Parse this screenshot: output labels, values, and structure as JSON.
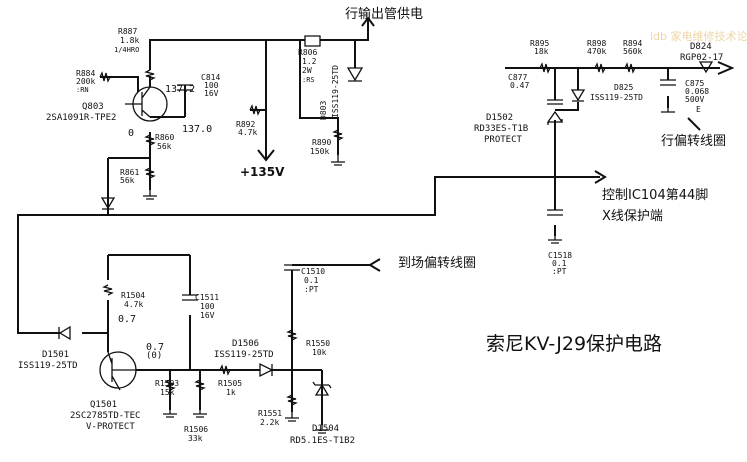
{
  "title": "索尼KV-J29保护电路",
  "annotations": {
    "line_output_supply": "行输出管供电",
    "horizontal_deflection_coil": "行偏转线圈",
    "control_ic104_pin44": "控制IC104第44脚",
    "x_protect_terminal": "X线保护端",
    "to_vertical_deflection_coil": "到场偏转线圈",
    "voltage_135": "+135V"
  },
  "watermark": "idb 家电维修技术论坛",
  "components": {
    "R887": {
      "ref": "R887",
      "val": "1.8k",
      "val2": "1/4HRO"
    },
    "R884": {
      "ref": "R884",
      "val": "200k",
      "val2": ":RN"
    },
    "Q803": {
      "ref": "Q803",
      "part": "2SA1091R-TPE2"
    },
    "C814": {
      "ref": "C814",
      "val": "100",
      "val2": "16V"
    },
    "R806": {
      "ref": "R806",
      "val": "1.2",
      "val2": "2W",
      "val3": ":RS"
    },
    "D803": {
      "ref": "D803",
      "part": "ISS119-25TD"
    },
    "R892": {
      "ref": "R892",
      "val": "4.7k"
    },
    "R890": {
      "ref": "R890",
      "val": "150k"
    },
    "R860": {
      "ref": "R860",
      "val": "56k"
    },
    "R861": {
      "ref": "R861",
      "val": "56k"
    },
    "R895": {
      "ref": "R895",
      "val": "18k"
    },
    "R898": {
      "ref": "R898",
      "val": "470k"
    },
    "R894": {
      "ref": "R894",
      "val": "560k"
    },
    "D824": {
      "ref": "D824",
      "part": "RGP02-17"
    },
    "C877": {
      "ref": "C877",
      "val": "0.47"
    },
    "D825": {
      "ref": "D825",
      "part": "ISS119-25TD"
    },
    "C875": {
      "ref": "C875",
      "val": "0.068",
      "val2": "500V",
      "val3": "E"
    },
    "D1502": {
      "ref": "D1502",
      "part": "RD33ES-T1B",
      "role": "PROTECT"
    },
    "C1518": {
      "ref": "C1518",
      "val": "0.1",
      "val2": ":PT"
    },
    "C1510": {
      "ref": "C1510",
      "val": "0.1",
      "val2": ":PT"
    },
    "R1504": {
      "ref": "R1504",
      "val": "4.7k"
    },
    "C1511": {
      "ref": "C1511",
      "val": "100",
      "val2": "16V"
    },
    "D1501": {
      "ref": "D1501",
      "part": "ISS119-25TD"
    },
    "Q1501": {
      "ref": "Q1501",
      "part": "2SC2785TD-TEC",
      "role": "V-PROTECT"
    },
    "R1503": {
      "ref": "R1503",
      "val": "15k"
    },
    "R1506": {
      "ref": "R1506",
      "val": "33k"
    },
    "R1505": {
      "ref": "R1505",
      "val": "1k"
    },
    "D1506": {
      "ref": "D1506",
      "part": "ISS119-25TD"
    },
    "R1550": {
      "ref": "R1550",
      "val": "10k"
    },
    "R1551": {
      "ref": "R1551",
      "val": "2.2k"
    },
    "D1504": {
      "ref": "D1504",
      "part": "RD5.1ES-T1B2"
    }
  },
  "voltages": {
    "q803_emitter": "137.2",
    "q803_collector": "137.0",
    "q803_base": "0",
    "q1501_base": "0.7",
    "q1501_collector": "0.7",
    "q1501_emitter": "(0)"
  }
}
